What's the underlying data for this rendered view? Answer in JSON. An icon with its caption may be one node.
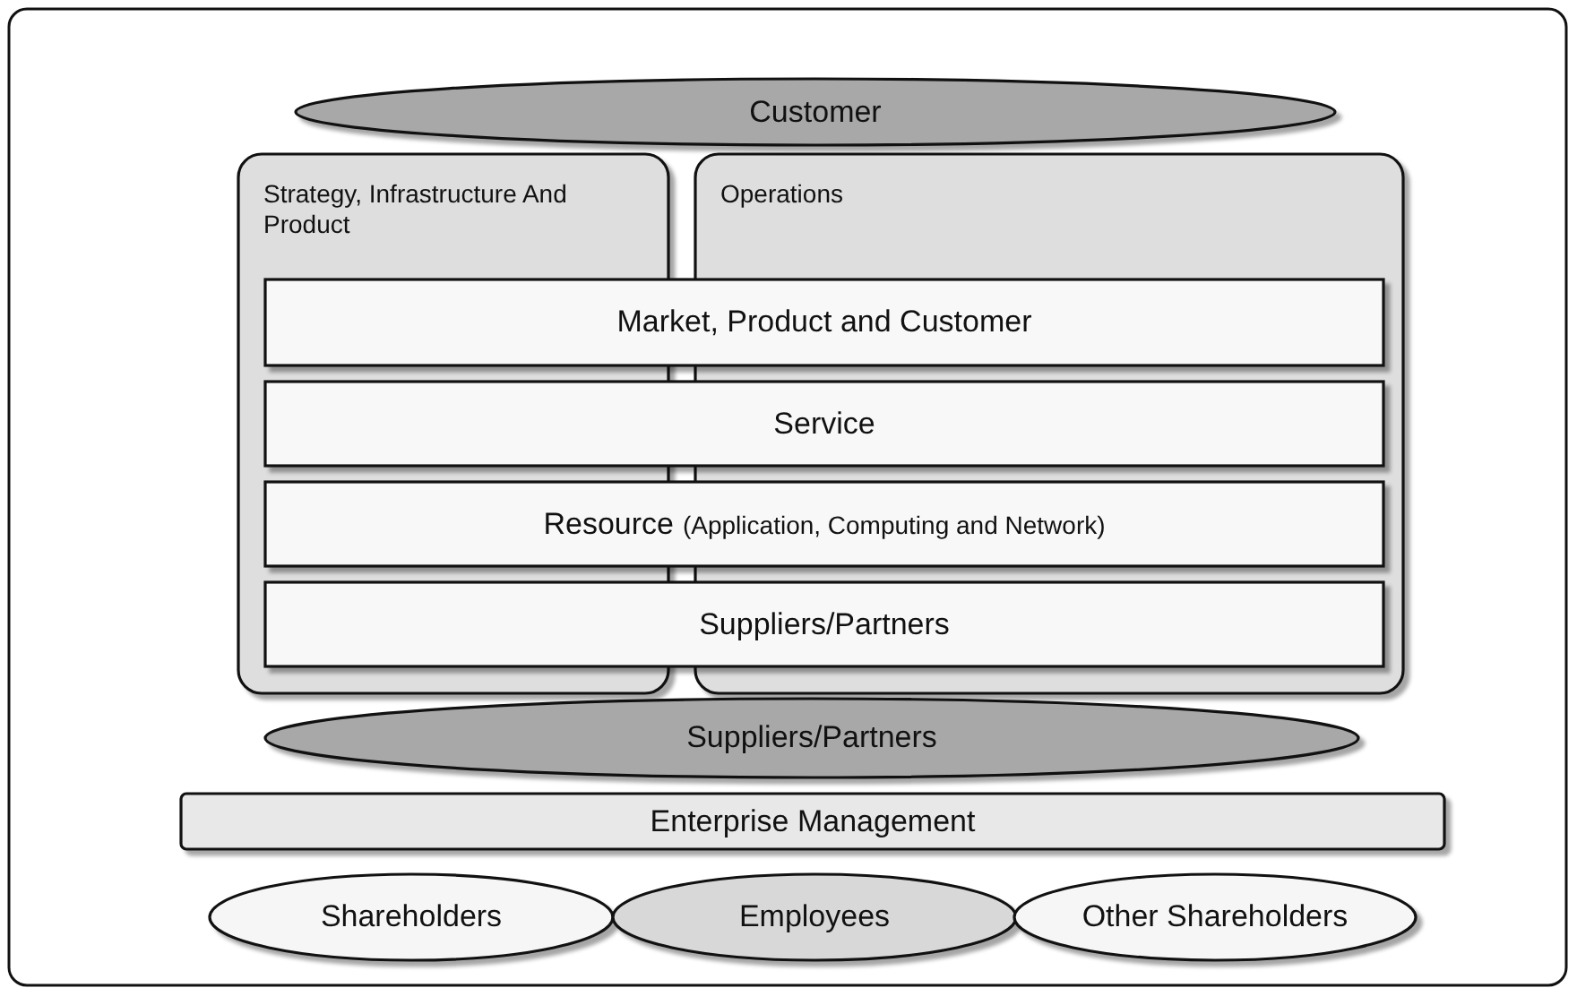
{
  "diagram": {
    "nodes": [
      {
        "text": [
          "Customer"
        ]
      },
      {
        "text": [
          "Strategy, Infrastructure And Product"
        ]
      },
      {
        "text": [
          "Operations"
        ]
      },
      {
        "text": [
          "Market, Product and Customer"
        ]
      },
      {
        "text": [
          "Service"
        ]
      },
      {
        "text": [
          "Resource",
          "(Application, Computing and Network)"
        ]
      },
      {
        "text": [
          "Suppliers/Partners"
        ]
      },
      {
        "text": [
          "Suppliers/Partners"
        ]
      },
      {
        "text": [
          "Enterprise Management"
        ]
      },
      {
        "text": [
          "Shareholders"
        ]
      },
      {
        "text": [
          "Employees"
        ]
      },
      {
        "text": [
          "Other Shareholders"
        ]
      }
    ]
  }
}
